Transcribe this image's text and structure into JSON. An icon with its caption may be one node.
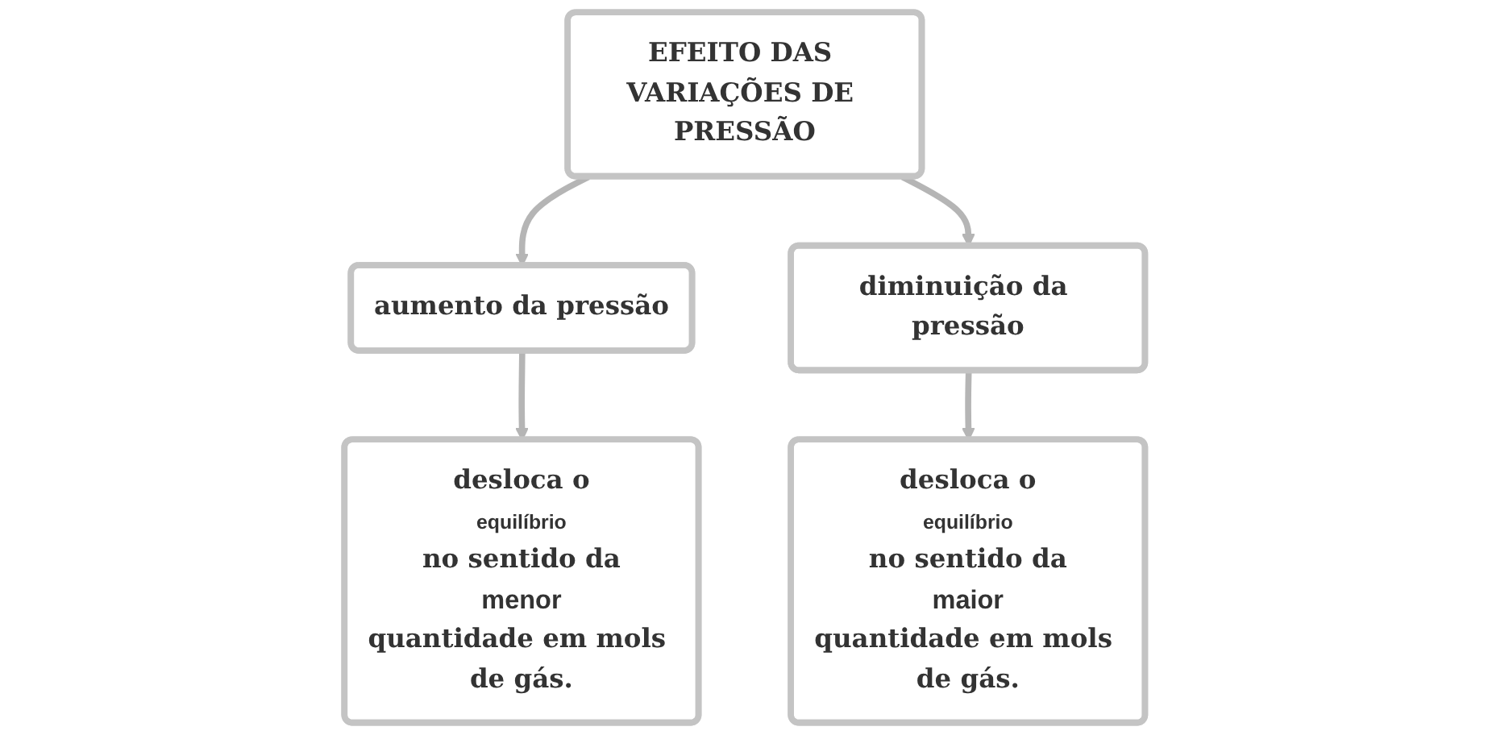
{
  "diagram": {
    "nodes": [
      {
        "text": [
          "EFEITO DAS VARIAÇÕES DE PRESSÃO"
        ]
      },
      {
        "text": [
          "aumento da pressão"
        ]
      },
      {
        "text": [
          "diminuição da pressão"
        ]
      },
      {
        "text": [
          "desloca o",
          "equilíbrio",
          "no sentido da",
          "menor",
          "quantidade em mols de gás."
        ]
      },
      {
        "text": [
          "desloca o",
          "equilíbrio",
          "no sentido da",
          "maior",
          "quantidade em mols de gás."
        ]
      }
    ],
    "edges": [
      {
        "from": 0,
        "to": 1,
        "arrow": "to"
      },
      {
        "from": 0,
        "to": 2,
        "arrow": "to"
      },
      {
        "from": 1,
        "to": 3,
        "arrow": "to"
      },
      {
        "from": 2,
        "to": 4,
        "arrow": "to"
      }
    ]
  }
}
